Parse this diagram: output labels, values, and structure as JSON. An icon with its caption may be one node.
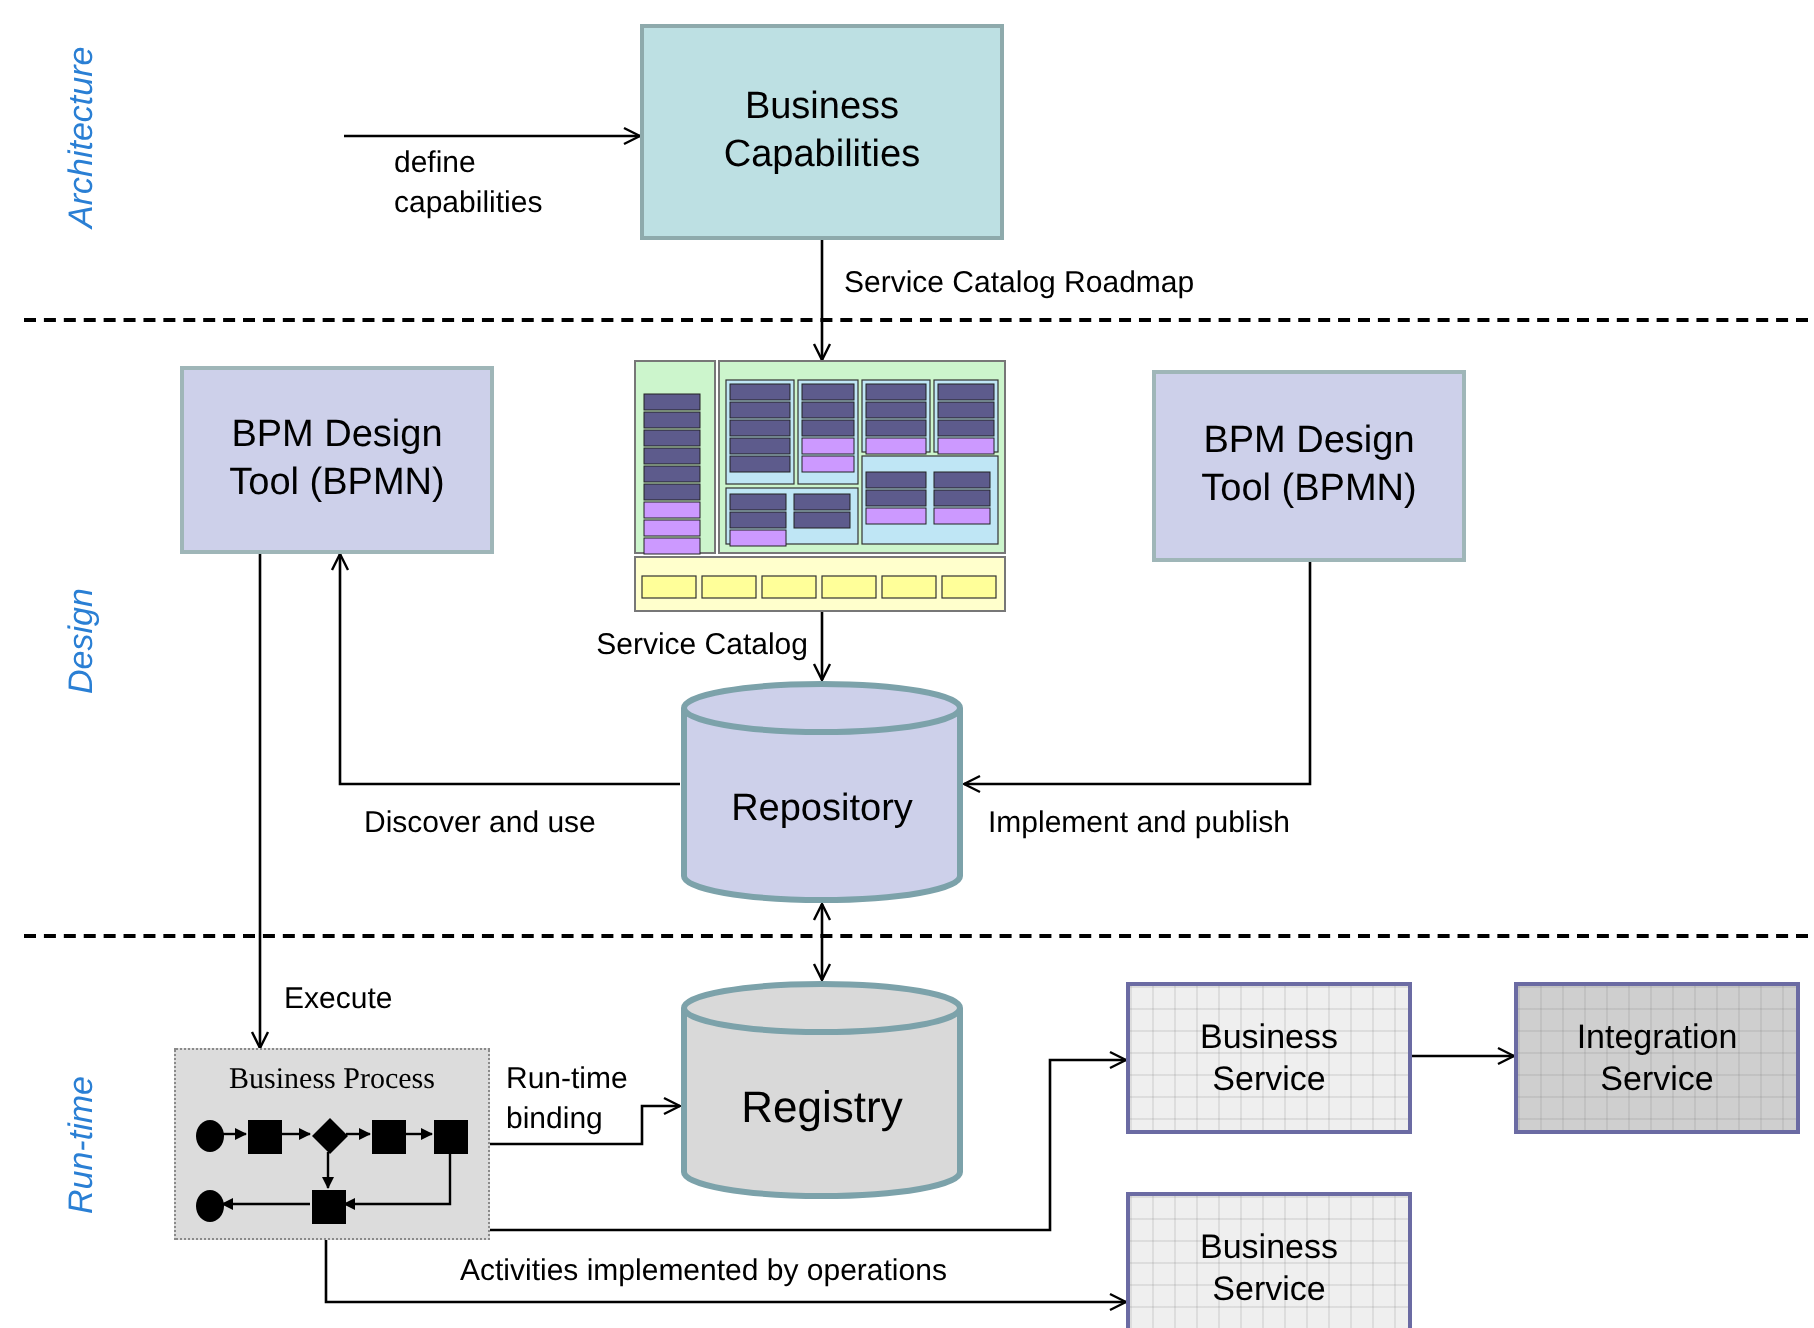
{
  "diagram": {
    "nodes": [
      {
        "text": [
          "Business Capabilities"
        ]
      },
      {
        "text": [
          "BPM Design Tool (BPMN)"
        ]
      },
      {
        "text": [],
        "shape": "picture",
        "beside": [
          "Service Catalog"
        ]
      },
      {
        "text": [
          "BPM Design Tool (BPMN)"
        ]
      },
      {
        "text": [
          "Repository"
        ]
      },
      {
        "text": [
          "Business Process"
        ]
      },
      {
        "text": [],
        "shape": "circle",
        "in": 5
      },
      {
        "text": [],
        "shape": "box",
        "in": 5
      },
      {
        "text": [],
        "shape": "diamond",
        "in": 5
      },
      {
        "text": [],
        "shape": "box",
        "in": 5
      },
      {
        "text": [],
        "shape": "box",
        "in": 5
      },
      {
        "text": [],
        "shape": "circle",
        "in": 5
      },
      {
        "text": [],
        "shape": "box",
        "in": 5
      },
      {
        "text": [
          "Registry"
        ]
      },
      {
        "text": [
          "Business Service"
        ]
      },
      {
        "text": [
          "Integration Service"
        ]
      },
      {
        "text": [
          "Business Service"
        ]
      }
    ],
    "edges": [
      {
        "from": null,
        "to": 0,
        "arrow": "to",
        "label": "define capabilities"
      },
      {
        "from": 0,
        "to": 2,
        "arrow": "to",
        "label": "Service Catalog Roadmap"
      },
      {
        "from": 2,
        "to": 4,
        "arrow": "to"
      },
      {
        "from": 4,
        "to": 1,
        "arrow": "to",
        "label": "Discover and use"
      },
      {
        "from": 3,
        "to": 4,
        "arrow": "to",
        "label": "Implement and publish"
      },
      {
        "from": 4,
        "to": 13,
        "arrow": "both"
      },
      {
        "from": 1,
        "to": 5,
        "arrow": "to",
        "label": "Execute"
      },
      {
        "from": 5,
        "to": 13,
        "arrow": "to",
        "label": "Run-time binding"
      },
      {
        "from": 10,
        "to": 14,
        "arrow": "to"
      },
      {
        "from": 12,
        "to": 16,
        "arrow": "to",
        "label": "Activities implemented by operations"
      },
      {
        "from": 14,
        "to": 15,
        "arrow": "to"
      },
      {
        "from": 6,
        "to": 7,
        "arrow": "to"
      },
      {
        "from": 7,
        "to": 8,
        "arrow": "to"
      },
      {
        "from": 8,
        "to": 9,
        "arrow": "to"
      },
      {
        "from": 9,
        "to": 10,
        "arrow": "to"
      },
      {
        "from": 8,
        "to": 12,
        "arrow": "to"
      },
      {
        "from": 10,
        "to": 12,
        "arrow": "to"
      },
      {
        "from": 12,
        "to": 11,
        "arrow": "to"
      }
    ],
    "labels": [
      "Architecture",
      "Design",
      "Run-time"
    ]
  }
}
